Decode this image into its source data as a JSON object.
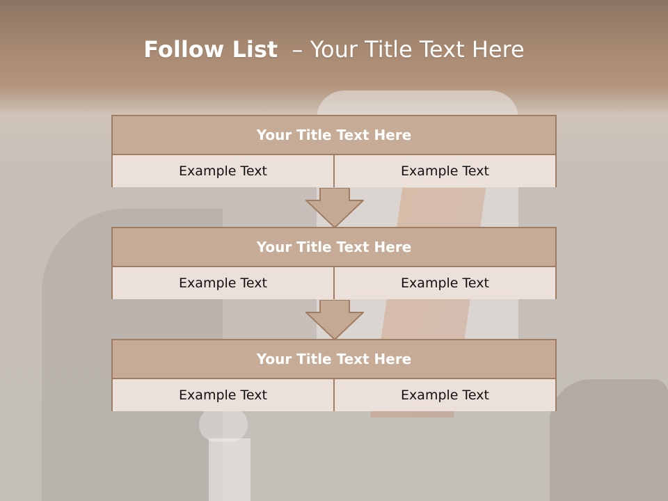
{
  "slide": {
    "title_bold": "Follow List",
    "title_rest": "– Your Title Text Here"
  },
  "steps": [
    {
      "title": "Your Title Text Here",
      "left": "Example Text",
      "right": "Example Text"
    },
    {
      "title": "Your Title Text Here",
      "left": "Example Text",
      "right": "Example Text"
    },
    {
      "title": "Your Title Text Here",
      "left": "Example Text",
      "right": "Example Text"
    }
  ],
  "colors": {
    "header_band": "#a88a72",
    "box_head": "#c6ab97",
    "box_cell": "#ebe0da",
    "border": "#a07c62",
    "arrow_fill": "#c4a994"
  }
}
